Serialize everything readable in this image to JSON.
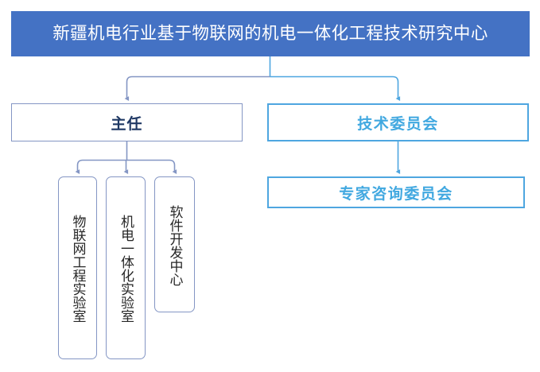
{
  "diagram": {
    "type": "organization-chart",
    "title_node": {
      "label": "新疆机电行业基于物联网的机电一体化工程技术研究中心",
      "fill_color": "#4472C4",
      "text_color": "#FFFFFF"
    },
    "level2": [
      {
        "key": "director",
        "label": "主任",
        "border_color": "#8496C4",
        "text_color": "#1F3864"
      },
      {
        "key": "tech_committee",
        "label": "技术委员会",
        "border_color": "#4EA6E0",
        "text_color": "#41A8E0"
      }
    ],
    "level3": [
      {
        "key": "expert_committee",
        "label": "专家咨询委员会",
        "border_color": "#4EA6E0",
        "text_color": "#41A8E0",
        "parent": "tech_committee"
      }
    ],
    "departments": [
      {
        "key": "iot_lab",
        "label": "物联网工程实验室",
        "border_color": "#8496C4",
        "text_color": "#262626",
        "parent": "director"
      },
      {
        "key": "mechatronics_lab",
        "label": "机电一体化实验室",
        "border_color": "#8496C4",
        "text_color": "#262626",
        "parent": "director"
      },
      {
        "key": "software_dev_center",
        "label": "软件开发中心",
        "border_color": "#8496C4",
        "text_color": "#262626",
        "parent": "director"
      }
    ],
    "connectors": {
      "gray_blue": "#8496C4",
      "light_blue": "#4EA6E0"
    }
  }
}
